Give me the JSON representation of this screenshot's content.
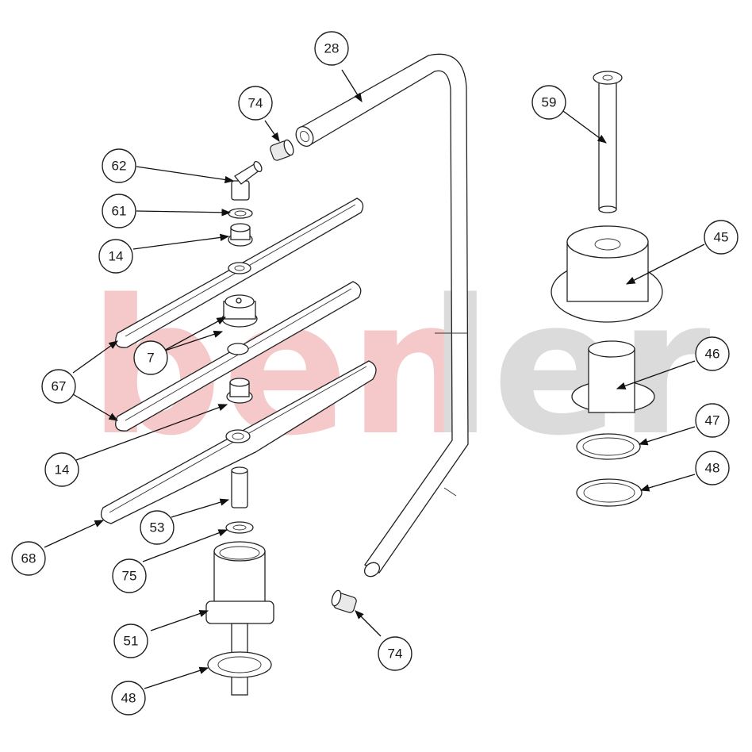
{
  "watermark": {
    "part_a": "ben",
    "part_b": "ler",
    "color_a": "#f2b8b8",
    "color_b": "#cfcfcf"
  },
  "callouts": [
    {
      "label": "28"
    },
    {
      "label": "74"
    },
    {
      "label": "62"
    },
    {
      "label": "61"
    },
    {
      "label": "14"
    },
    {
      "label": "7"
    },
    {
      "label": "67"
    },
    {
      "label": "14"
    },
    {
      "label": "68"
    },
    {
      "label": "53"
    },
    {
      "label": "75"
    },
    {
      "label": "51"
    },
    {
      "label": "48"
    },
    {
      "label": "74"
    },
    {
      "label": "59"
    },
    {
      "label": "45"
    },
    {
      "label": "46"
    },
    {
      "label": "47"
    },
    {
      "label": "48"
    }
  ]
}
